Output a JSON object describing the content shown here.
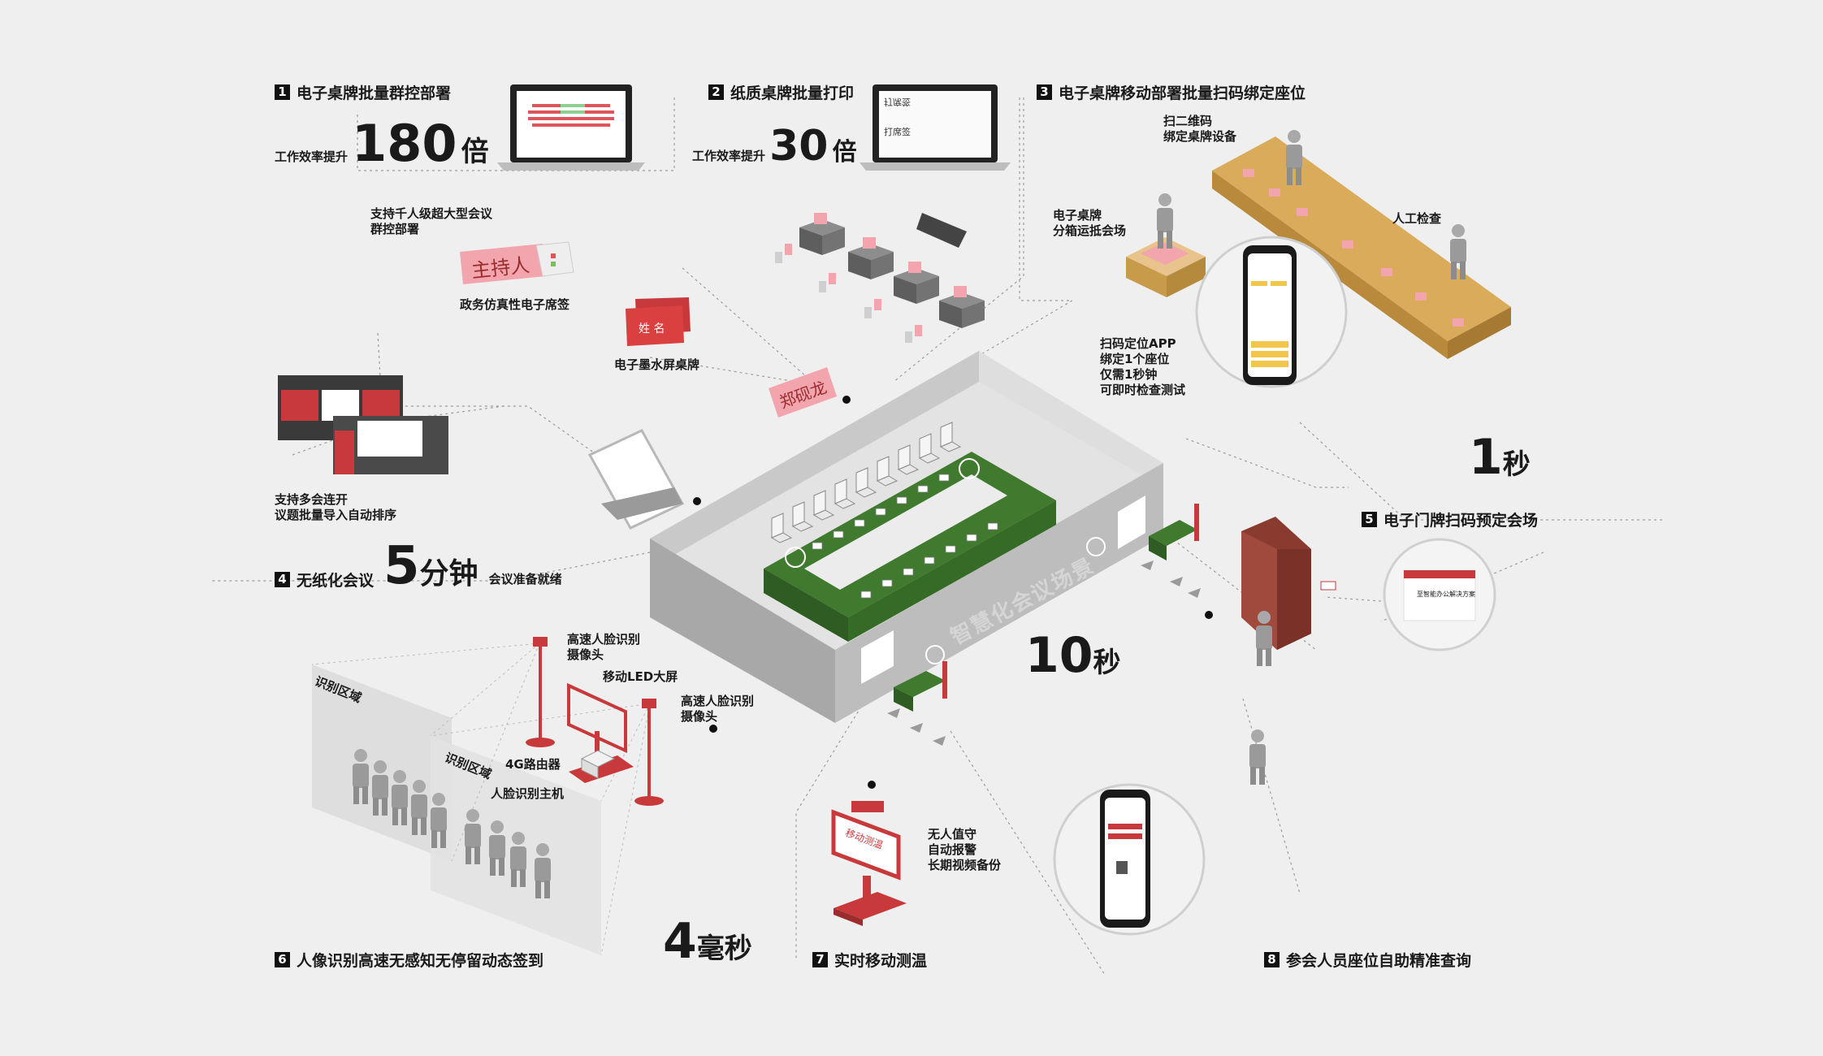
{
  "sections": {
    "s1": {
      "num": "1",
      "title": "电子桌牌批量群控部署",
      "eff_label": "工作效率提升",
      "eff_value": "180",
      "eff_unit": "倍"
    },
    "s2": {
      "num": "2",
      "title": "纸质桌牌批量打印",
      "eff_label": "工作效率提升",
      "eff_value": "30",
      "eff_unit": "倍"
    },
    "s3": {
      "num": "3",
      "title": "电子桌牌移动部署批量扫码绑定座位"
    },
    "s4": {
      "num": "4",
      "title": "无纸化会议",
      "time_value": "5",
      "time_unit": "分钟",
      "suffix": "会议准备就绪"
    },
    "s5": {
      "num": "5",
      "title": "电子门牌扫码预定会场"
    },
    "s6": {
      "num": "6",
      "title": "人像识别高速无感知无停留动态签到"
    },
    "s7": {
      "num": "7",
      "title": "实时移动测温"
    },
    "s8": {
      "num": "8",
      "title": "参会人员座位自助精准查询"
    }
  },
  "annotations": {
    "support_large": "支持千人级超大型会议\n群控部署",
    "gov_sign": "政务仿真性电子席签",
    "sign_host_text": "主持人",
    "eink_sign": "电子墨水屏桌牌",
    "eink_name": "姓 名",
    "name_card": "郑砚龙",
    "multi_meeting": "支持多会连开\n议题批量导入自动排序",
    "scan_qr": "扫二维码\n绑定桌牌设备",
    "sign_ship": "电子桌牌\n分箱运抵会场",
    "manual_check": "人工检查",
    "scan_app": "扫码定位APP\n绑定1个座位\n仅需1秒钟\n可即时检查测试",
    "one_second_value": "1",
    "one_second_unit": "秒",
    "ten_second_value": "10",
    "ten_second_unit": "秒",
    "four_ms_value": "4",
    "four_ms_unit": "毫秒",
    "room_label": "智慧化会议场景",
    "camera1": "高速人脸识别\n摄像头",
    "mobile_led": "移动LED大屏",
    "camera2": "高速人脸识别\n摄像头",
    "router": "4G路由器",
    "face_host": "人脸识别主机",
    "zone1": "识别区域",
    "zone2": "识别区域",
    "unattended": "无人值守\n自动报警\n长期视频备份",
    "temp_sign": "移动测温",
    "door_app_title": "至智能办公解决方案",
    "paper_print_1": "打席签",
    "paper_print_2": "打席签"
  },
  "colors": {
    "accent_red": "#c8393b",
    "pink": "#f3a5ae",
    "green_table": "#3f7a2e",
    "wood": "#c79b4a",
    "gray_person": "#9a9a9a"
  }
}
